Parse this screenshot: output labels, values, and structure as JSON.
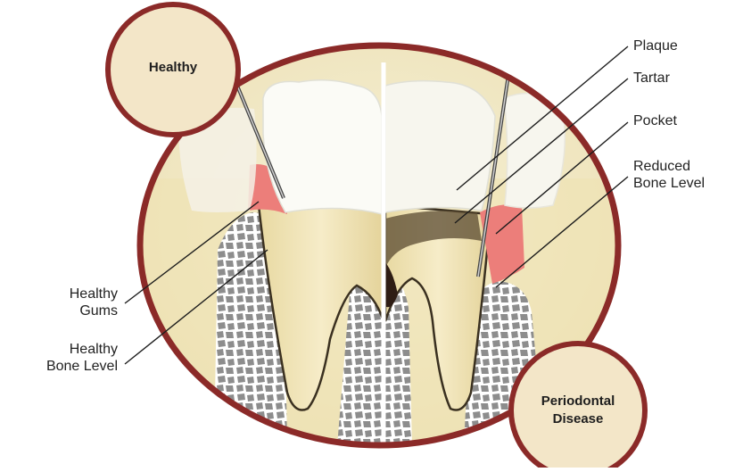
{
  "badges": {
    "healthy": "Healthy",
    "periodontal": [
      "Periodontal",
      "Disease"
    ]
  },
  "labels": {
    "plaque": "Plaque",
    "tartar": "Tartar",
    "pocket": "Pocket",
    "reduced_bone_level": [
      "Reduced",
      "Bone Level"
    ],
    "healthy_gums": [
      "Healthy",
      "Gums"
    ],
    "healthy_bone_level": [
      "Healthy",
      "Bone Level"
    ]
  },
  "colors": {
    "frame_ring": "#8b2a28",
    "background_cream": "#f3ecc9",
    "gum_pink": "#ec7e7a",
    "bone_gray": "#8d8d8d",
    "tooth_white": "#fbfbf6",
    "root_cream": "#f0e4b8",
    "tartar_dark": "#5a4a30",
    "badge_fill": "#f3e6c8"
  }
}
